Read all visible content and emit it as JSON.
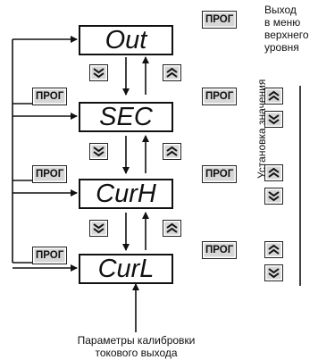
{
  "menu": {
    "out": "Out",
    "sec": "SEC",
    "curh": "CurH",
    "curl": "CurL"
  },
  "button_label": "ПРОГ",
  "exit_note": {
    "line1": "Выход",
    "line2": "в меню",
    "line3": "верхнего",
    "line4": "уровня"
  },
  "side_label": "Установка значения",
  "bottom_note": {
    "line1": "Параметры калибровки",
    "line2": "токового выхода"
  },
  "icons": {
    "up": "double-chevron-up-icon",
    "down": "double-chevron-down-icon"
  }
}
